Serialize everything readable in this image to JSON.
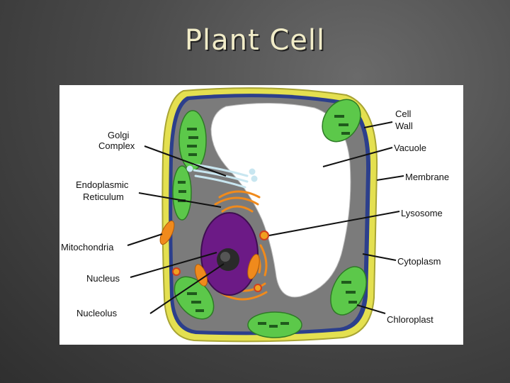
{
  "slide": {
    "title": "Plant Cell"
  },
  "diagram": {
    "labels_left": {
      "golgi": [
        "Golgi",
        "Complex"
      ],
      "er": [
        "Endoplasmic",
        "Reticulum"
      ],
      "mitochondria": "Mitochondria",
      "nucleus": "Nucleus",
      "nucleolus": "Nucleolus"
    },
    "labels_right": {
      "cell_wall": [
        "Cell",
        "Wall"
      ],
      "vacuole": "Vacuole",
      "membrane": "Membrane",
      "lysosome": "Lysosome",
      "cytoplasm": "Cytoplasm",
      "chloroplast": "Chloroplast"
    },
    "colors": {
      "cell_wall": "#e4e050",
      "membrane": "#2c3f8c",
      "cytoplasm": "#7b7b7b",
      "vacuole": "#ffffff",
      "chloroplast": "#5cc84a",
      "nucleus": "#6c1a86",
      "nucleolus": "#2a2a2a",
      "mitochondria": "#f08a1c",
      "golgi": "#c8e6f0",
      "lysosome": "#f0a020"
    }
  }
}
